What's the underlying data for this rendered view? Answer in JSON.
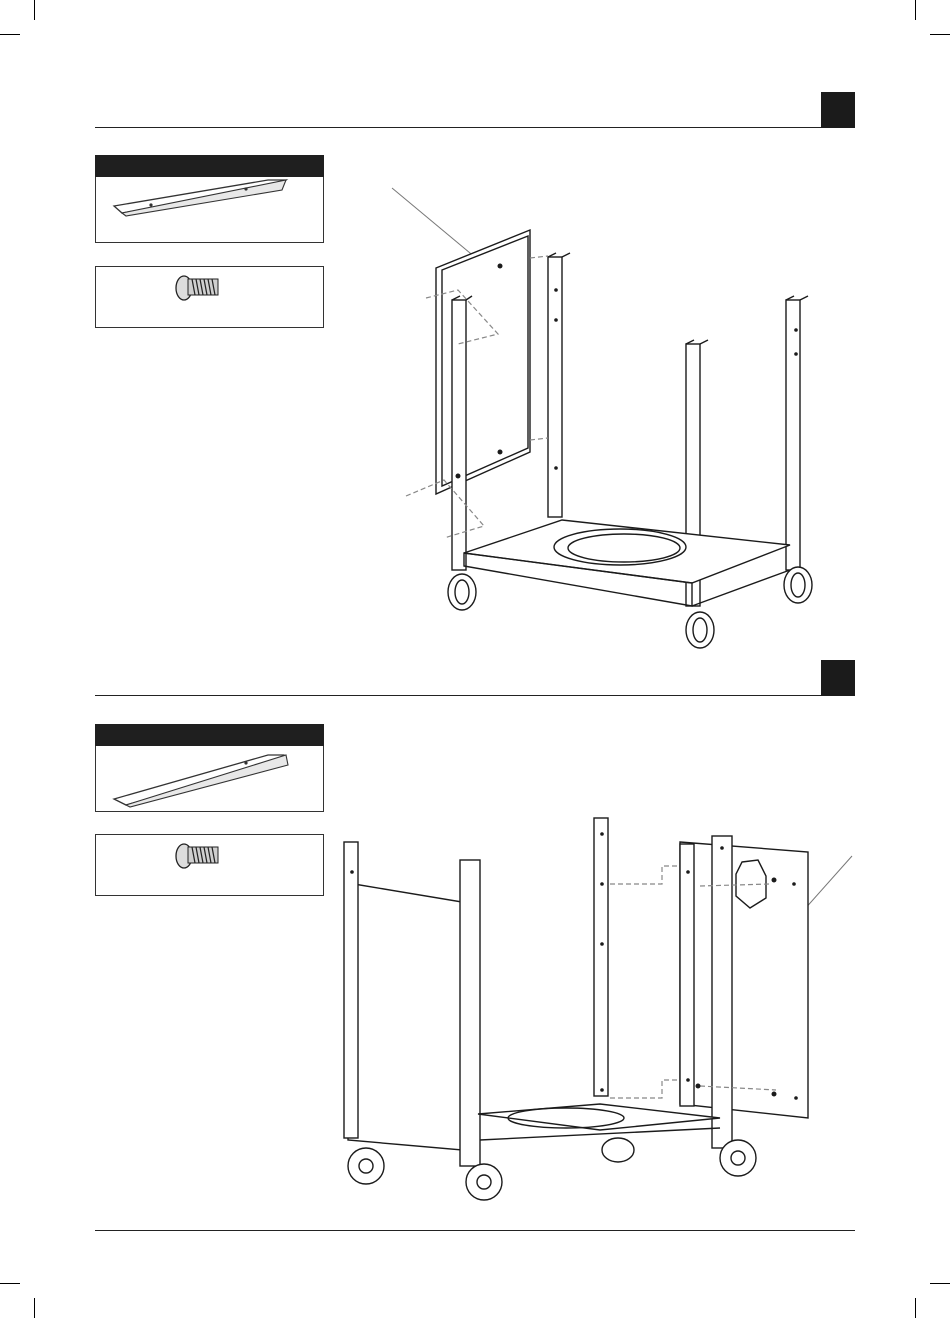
{
  "page": {
    "steps": [
      {
        "id": "step-a",
        "number_label": "",
        "hardware_header": "",
        "parts": [
          "rail-bracket",
          "bolt"
        ]
      },
      {
        "id": "step-b",
        "number_label": "",
        "hardware_header": "",
        "parts": [
          "rail-bracket",
          "bolt"
        ]
      }
    ],
    "colors": {
      "ink": "#1b1b1b",
      "line": "#333333",
      "dashed": "#888888"
    }
  }
}
